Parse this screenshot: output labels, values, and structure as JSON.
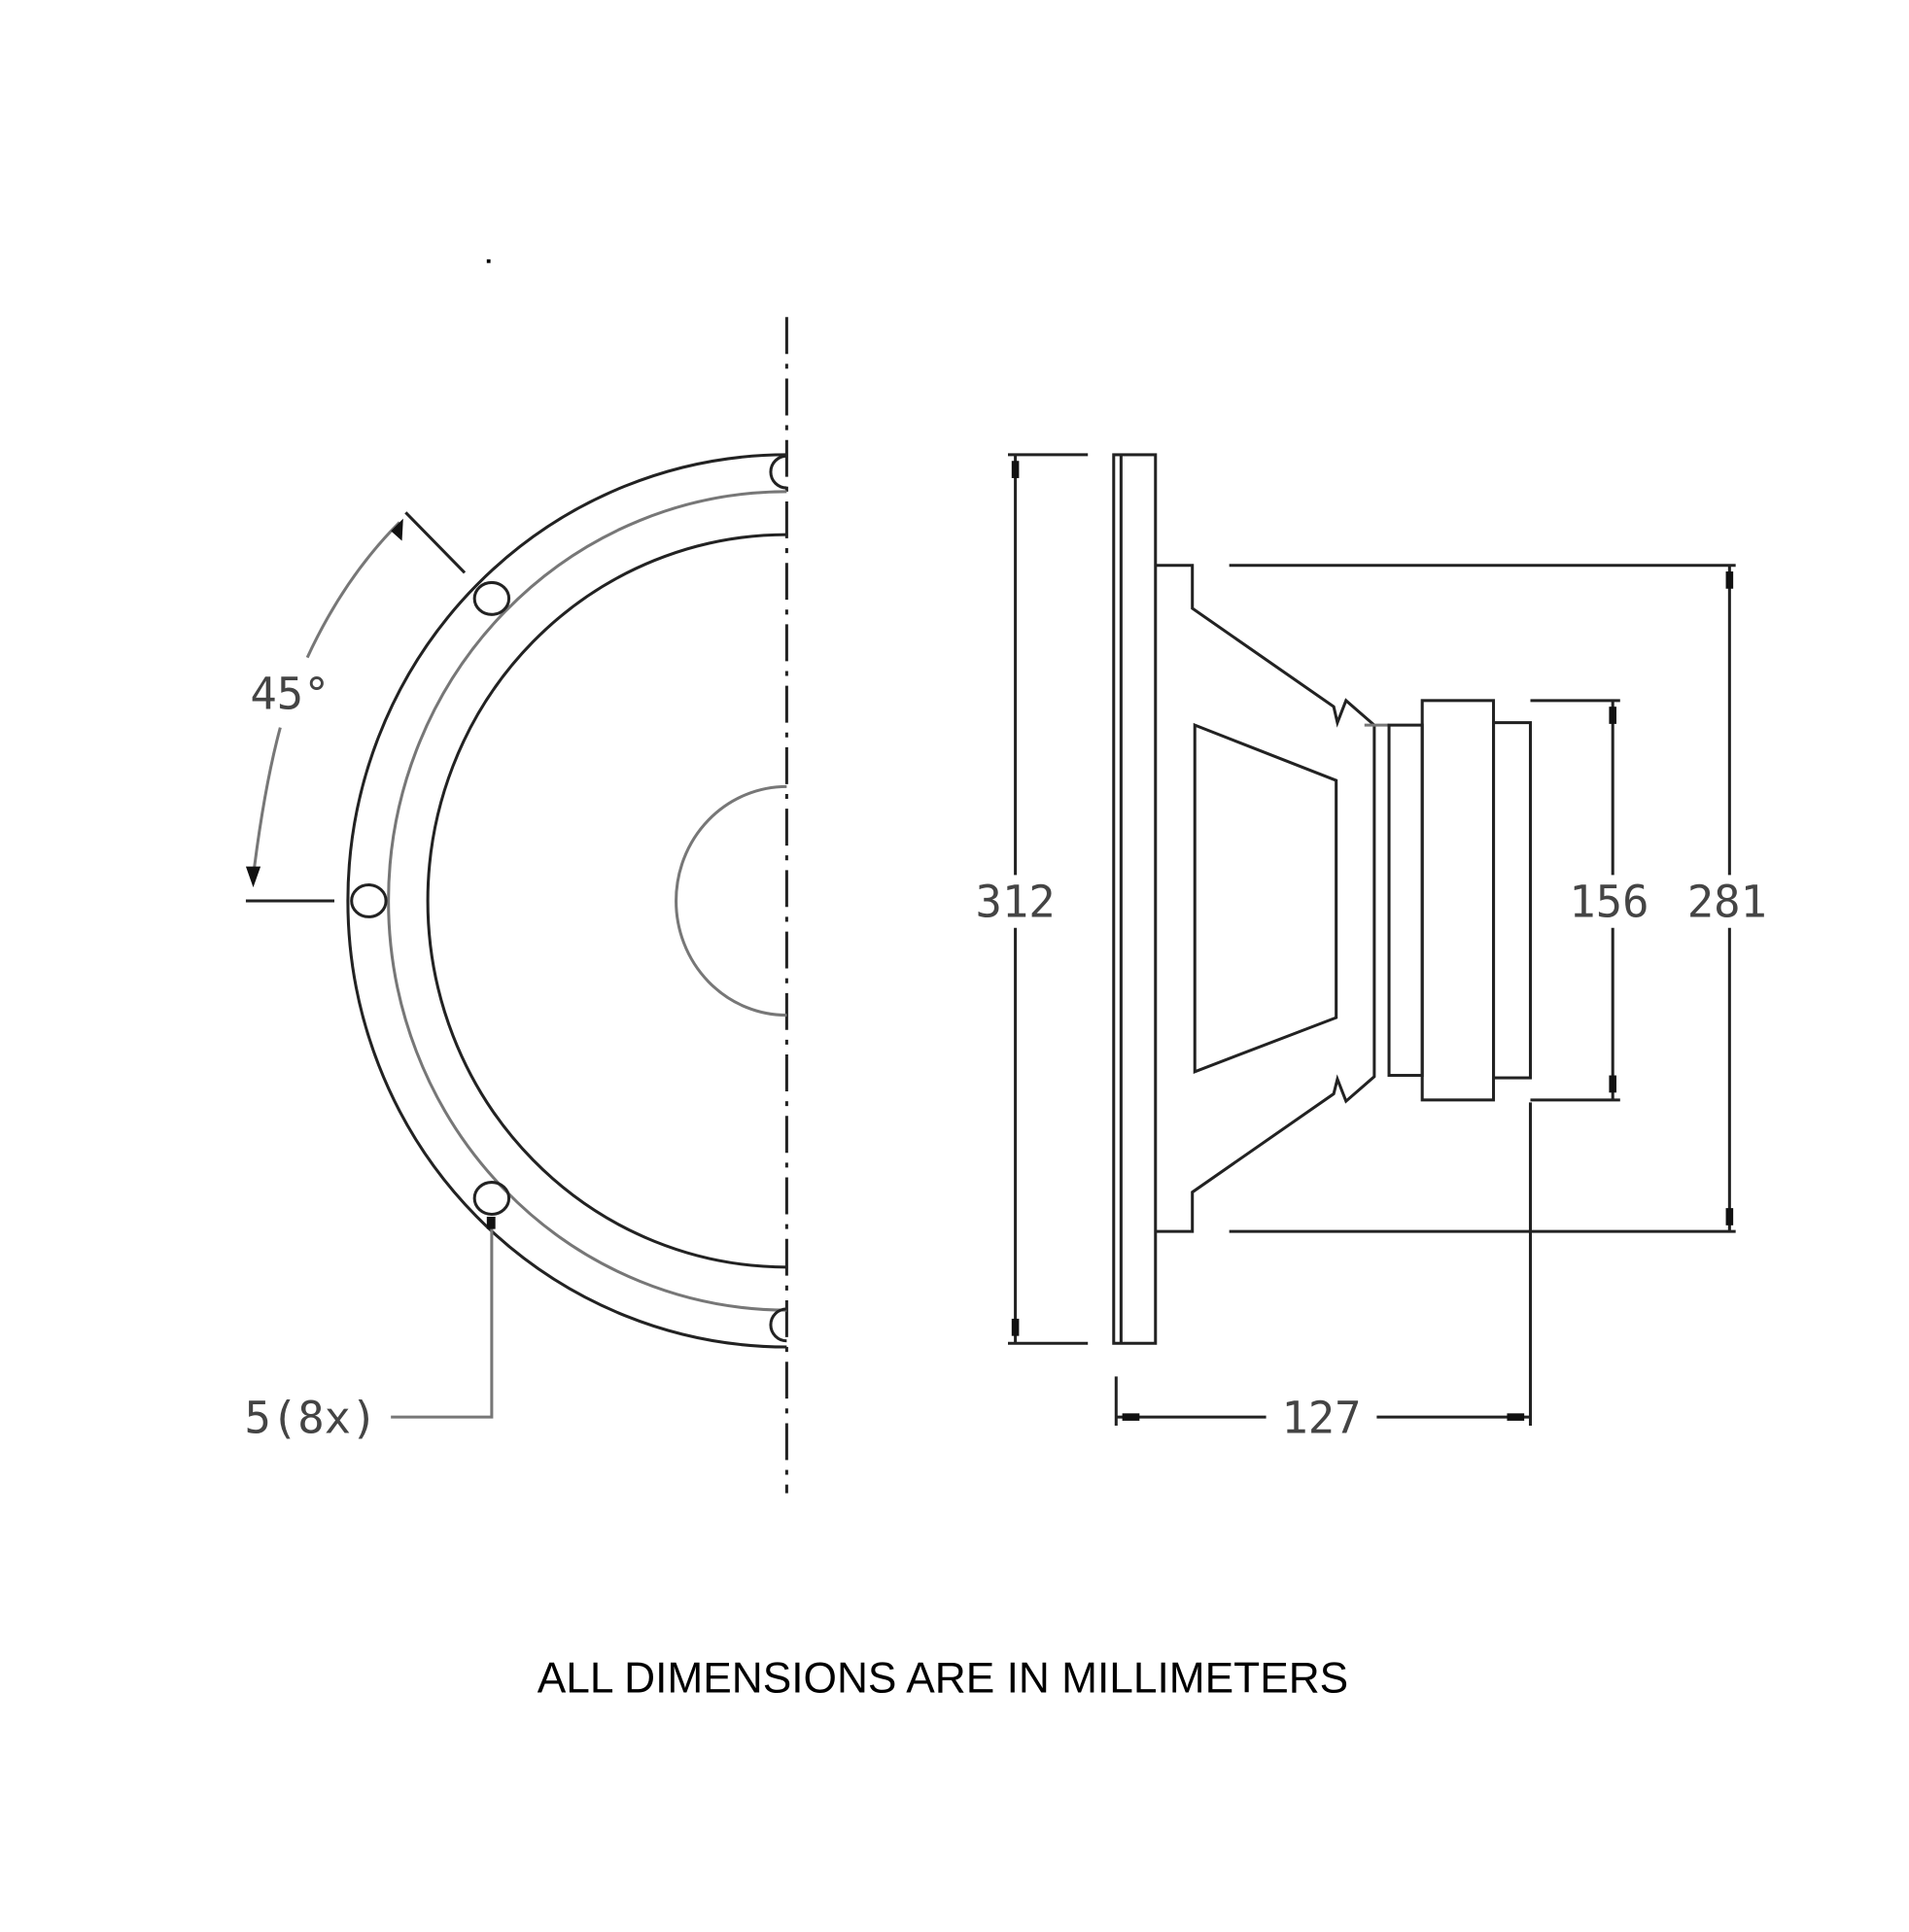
{
  "front_view": {
    "angle_label": "45°",
    "holes_label": "5(8x)"
  },
  "side_view": {
    "overall_diameter_label": "312",
    "basket_diameter_label": "281",
    "magnet_diameter_label": "156",
    "depth_label": "127"
  },
  "footer": {
    "note": "ALL DIMENSIONS ARE IN MILLIMETERS"
  }
}
